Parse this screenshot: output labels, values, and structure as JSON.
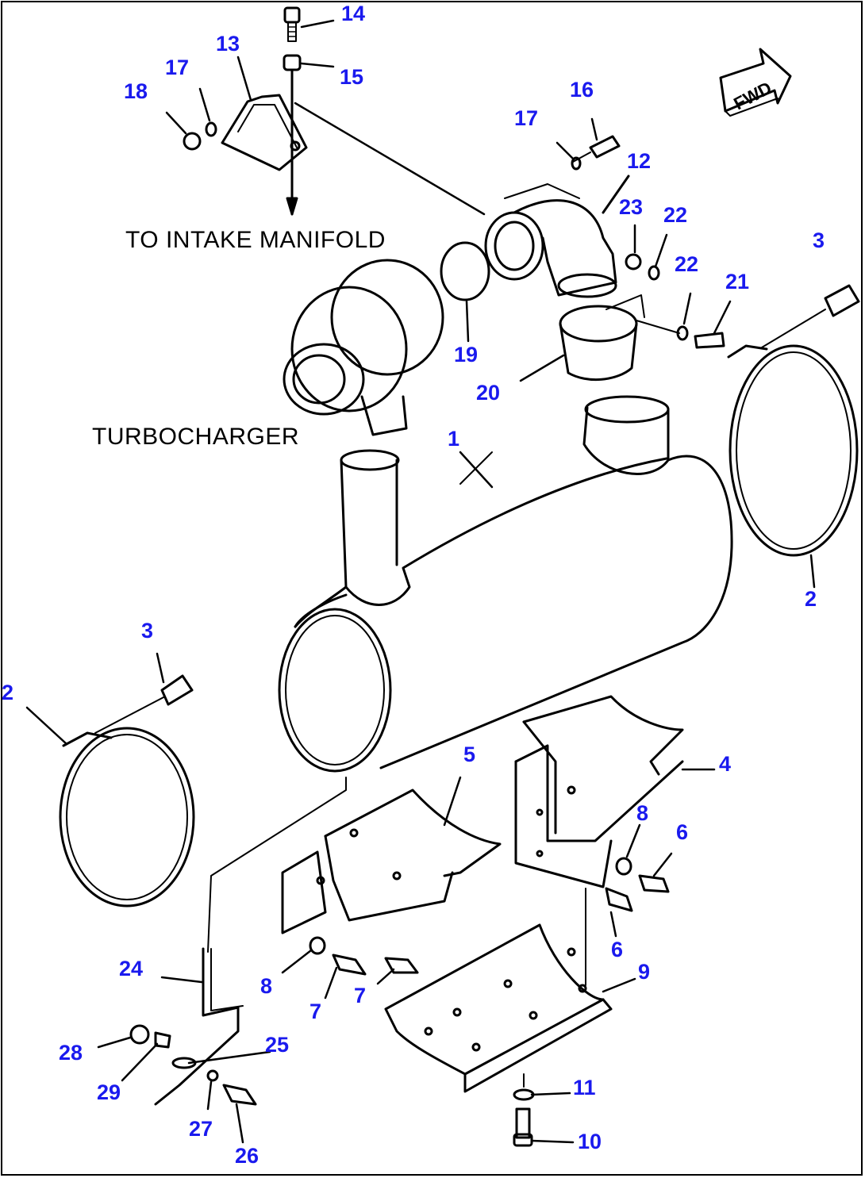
{
  "captions": {
    "intake": "TO INTAKE MANIFOLD",
    "turbo": "TURBOCHARGER"
  },
  "fwd_label": "FWD",
  "callouts": {
    "n1": "1",
    "n2a": "2",
    "n2b": "2",
    "n3a": "3",
    "n3b": "3",
    "n4": "4",
    "n5": "5",
    "n6a": "6",
    "n6b": "6",
    "n7a": "7",
    "n7b": "7",
    "n8a": "8",
    "n8b": "8",
    "n9": "9",
    "n10": "10",
    "n11": "11",
    "n12": "12",
    "n13": "13",
    "n14": "14",
    "n15": "15",
    "n16": "16",
    "n17a": "17",
    "n17b": "17",
    "n18": "18",
    "n19": "19",
    "n20": "20",
    "n21": "21",
    "n22a": "22",
    "n22b": "22",
    "n23": "23",
    "n24": "24",
    "n25": "25",
    "n26": "26",
    "n27": "27",
    "n28": "28",
    "n29": "29"
  },
  "colors": {
    "callout": "#1a1aee",
    "line": "#000000",
    "background": "#ffffff"
  }
}
